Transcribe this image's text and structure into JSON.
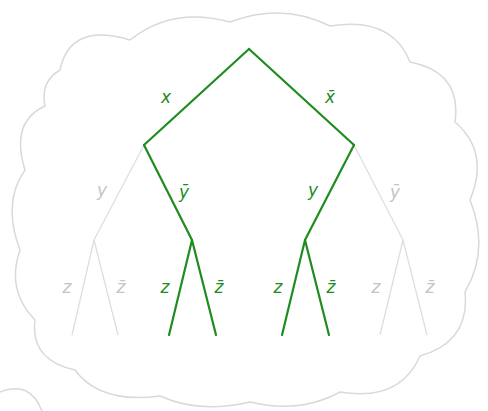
{
  "diagram": {
    "labels": [
      "x",
      "x̄",
      "y",
      "ȳ",
      "y",
      "ȳ",
      "z",
      "z̄",
      "z",
      "z̄",
      "z",
      "z̄",
      "z",
      "z̄"
    ]
  }
}
